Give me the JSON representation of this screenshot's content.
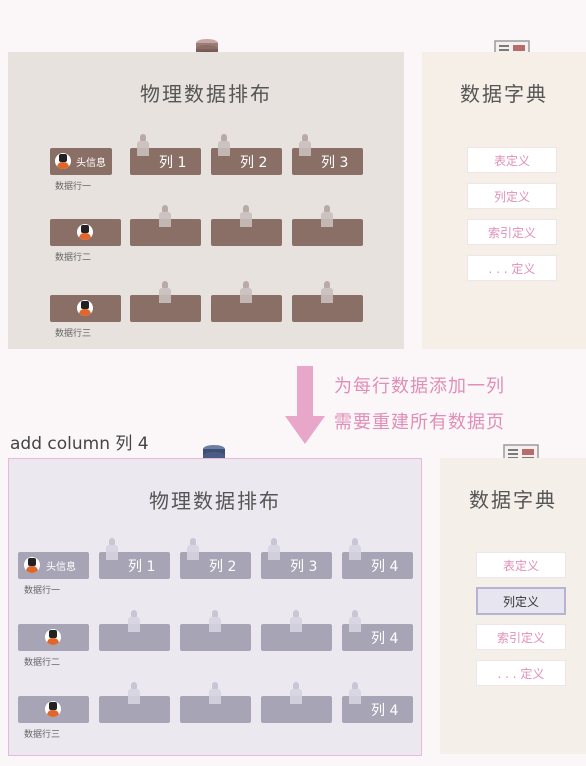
{
  "top": {
    "title": "物理数据排布",
    "header_cell": "头信息",
    "columns": [
      "列 1",
      "列 2",
      "列 3"
    ],
    "row_labels": [
      "数据行一",
      "数据行二",
      "数据行三"
    ]
  },
  "top_dict": {
    "title": "数据字典",
    "items": [
      "表定义",
      "列定义",
      "索引定义",
      ". . . 定义"
    ]
  },
  "arrow": {
    "line1": "为每行数据添加一列",
    "line2": "需要重建所有数据页"
  },
  "caption": "add column 列 4",
  "bottom": {
    "title": "物理数据排布",
    "header_cell": "头信息",
    "columns": [
      "列 1",
      "列 2",
      "列 3",
      "列 4"
    ],
    "new_column": "列 4",
    "row_labels": [
      "数据行一",
      "数据行二",
      "数据行三"
    ]
  },
  "bottom_dict": {
    "title": "数据字典",
    "items": [
      "表定义",
      "列定义",
      "索引定义",
      ". . . 定义"
    ],
    "active_item": "列定义"
  },
  "icons": {
    "database": "database-stack-icon",
    "database_add": "database-add-icon",
    "dictionary": "newspaper-icon",
    "person": "person-placeholder-icon",
    "avatar": "user-avatar-icon"
  },
  "colors": {
    "top_cell": "#8a6f66",
    "bottom_cell": "#a7a4b6",
    "arrow": "#e8a6c8",
    "accent_text": "#e08fb8"
  }
}
